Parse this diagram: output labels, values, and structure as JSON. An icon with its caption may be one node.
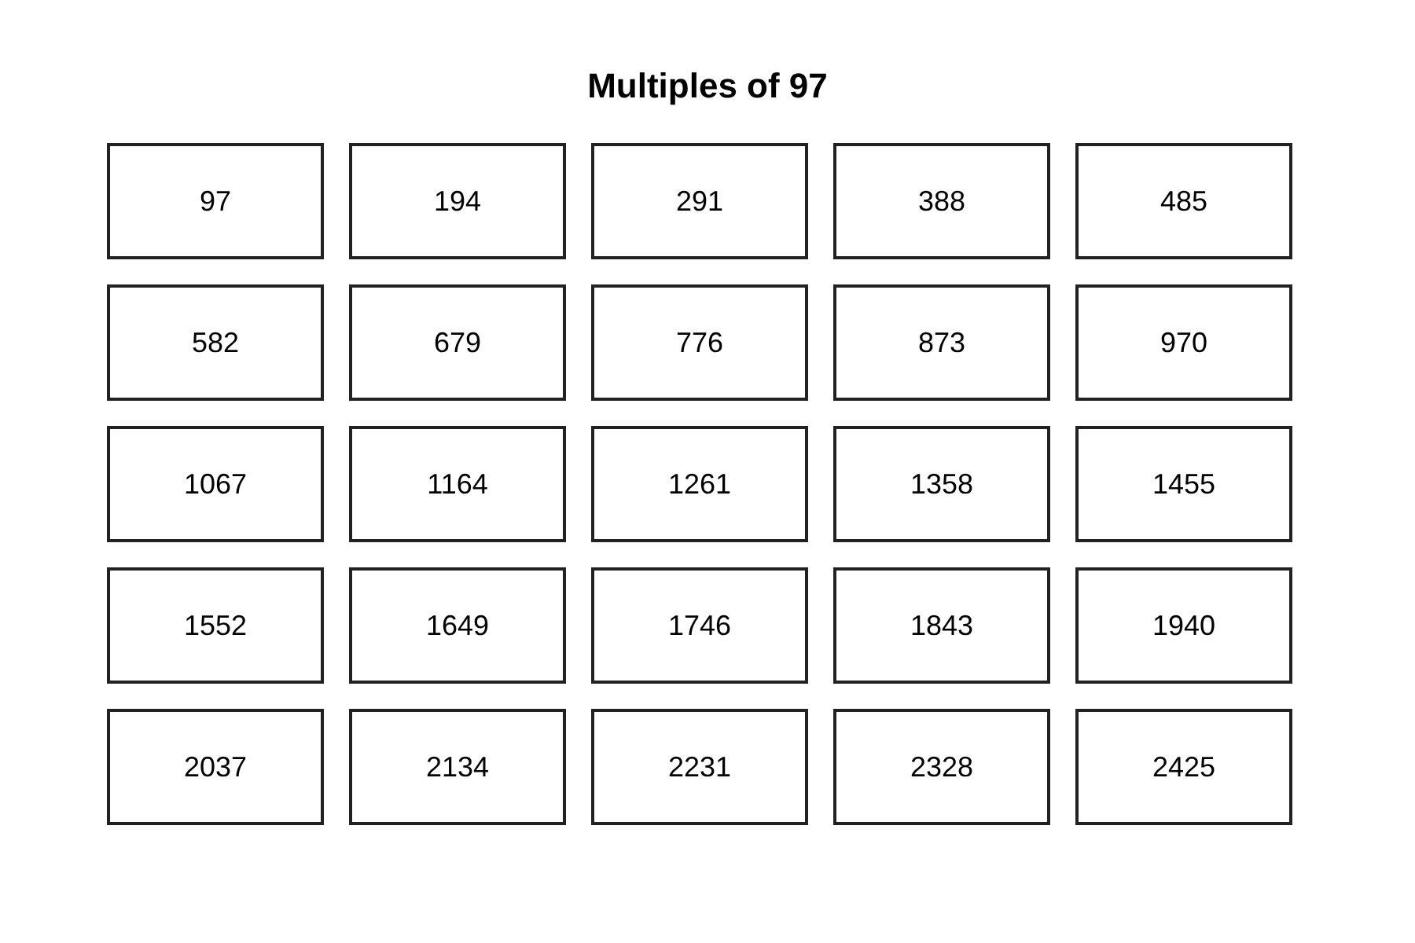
{
  "diagram": {
    "title": "Multiples of 97",
    "nodes": [
      {
        "text": [
          "97"
        ]
      },
      {
        "text": [
          "194"
        ]
      },
      {
        "text": [
          "291"
        ]
      },
      {
        "text": [
          "388"
        ]
      },
      {
        "text": [
          "485"
        ]
      },
      {
        "text": [
          "582"
        ]
      },
      {
        "text": [
          "679"
        ]
      },
      {
        "text": [
          "776"
        ]
      },
      {
        "text": [
          "873"
        ]
      },
      {
        "text": [
          "970"
        ]
      },
      {
        "text": [
          "1067"
        ]
      },
      {
        "text": [
          "1164"
        ]
      },
      {
        "text": [
          "1261"
        ]
      },
      {
        "text": [
          "1358"
        ]
      },
      {
        "text": [
          "1455"
        ]
      },
      {
        "text": [
          "1552"
        ]
      },
      {
        "text": [
          "1649"
        ]
      },
      {
        "text": [
          "1746"
        ]
      },
      {
        "text": [
          "1843"
        ]
      },
      {
        "text": [
          "1940"
        ]
      },
      {
        "text": [
          "2037"
        ]
      },
      {
        "text": [
          "2134"
        ]
      },
      {
        "text": [
          "2231"
        ]
      },
      {
        "text": [
          "2328"
        ]
      },
      {
        "text": [
          "2425"
        ]
      }
    ]
  }
}
